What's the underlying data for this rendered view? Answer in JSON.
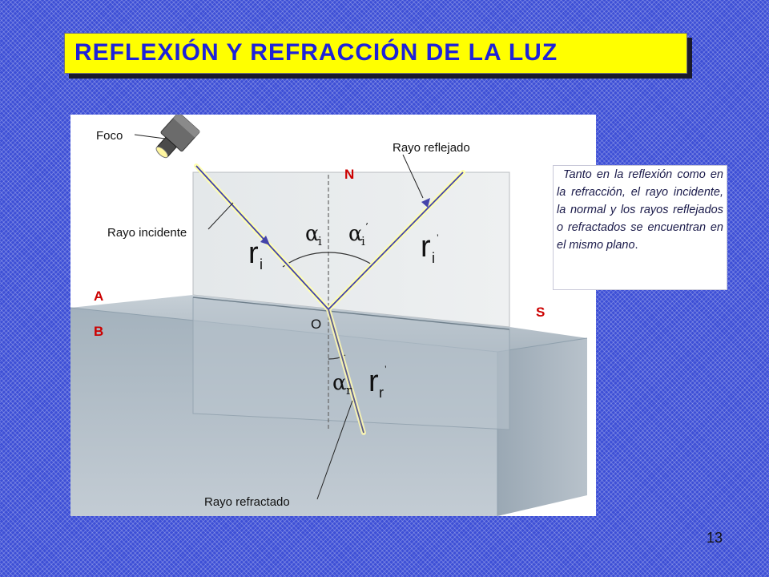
{
  "slide": {
    "title": "REFLEXIÓN Y REFRACCIÓN DE LA LUZ",
    "page_number": "13"
  },
  "diagram": {
    "labels": {
      "foco": "Foco",
      "rayo_reflejado": "Rayo reflejado",
      "rayo_incidente": "Rayo incidente",
      "rayo_refractado": "Rayo refractado",
      "normal": "N",
      "origin": "O",
      "surface": "S",
      "medium_a": "A",
      "medium_b": "B"
    },
    "symbols": {
      "alpha": "α",
      "sub_i": "i",
      "sub_r": "r",
      "ray": "r",
      "prime": "’"
    },
    "colors": {
      "ray": "#4444aa",
      "ray_glow": "#ffffb0",
      "red_label": "#cc0000",
      "panel": "#ffffff"
    }
  },
  "note": {
    "line1_italic": "Tanto en la reflexión como en la refracción, el rayo incidente, la normal y los rayos reflejados o refractados se encuentran en el mismo plano",
    "line1_end": "."
  }
}
